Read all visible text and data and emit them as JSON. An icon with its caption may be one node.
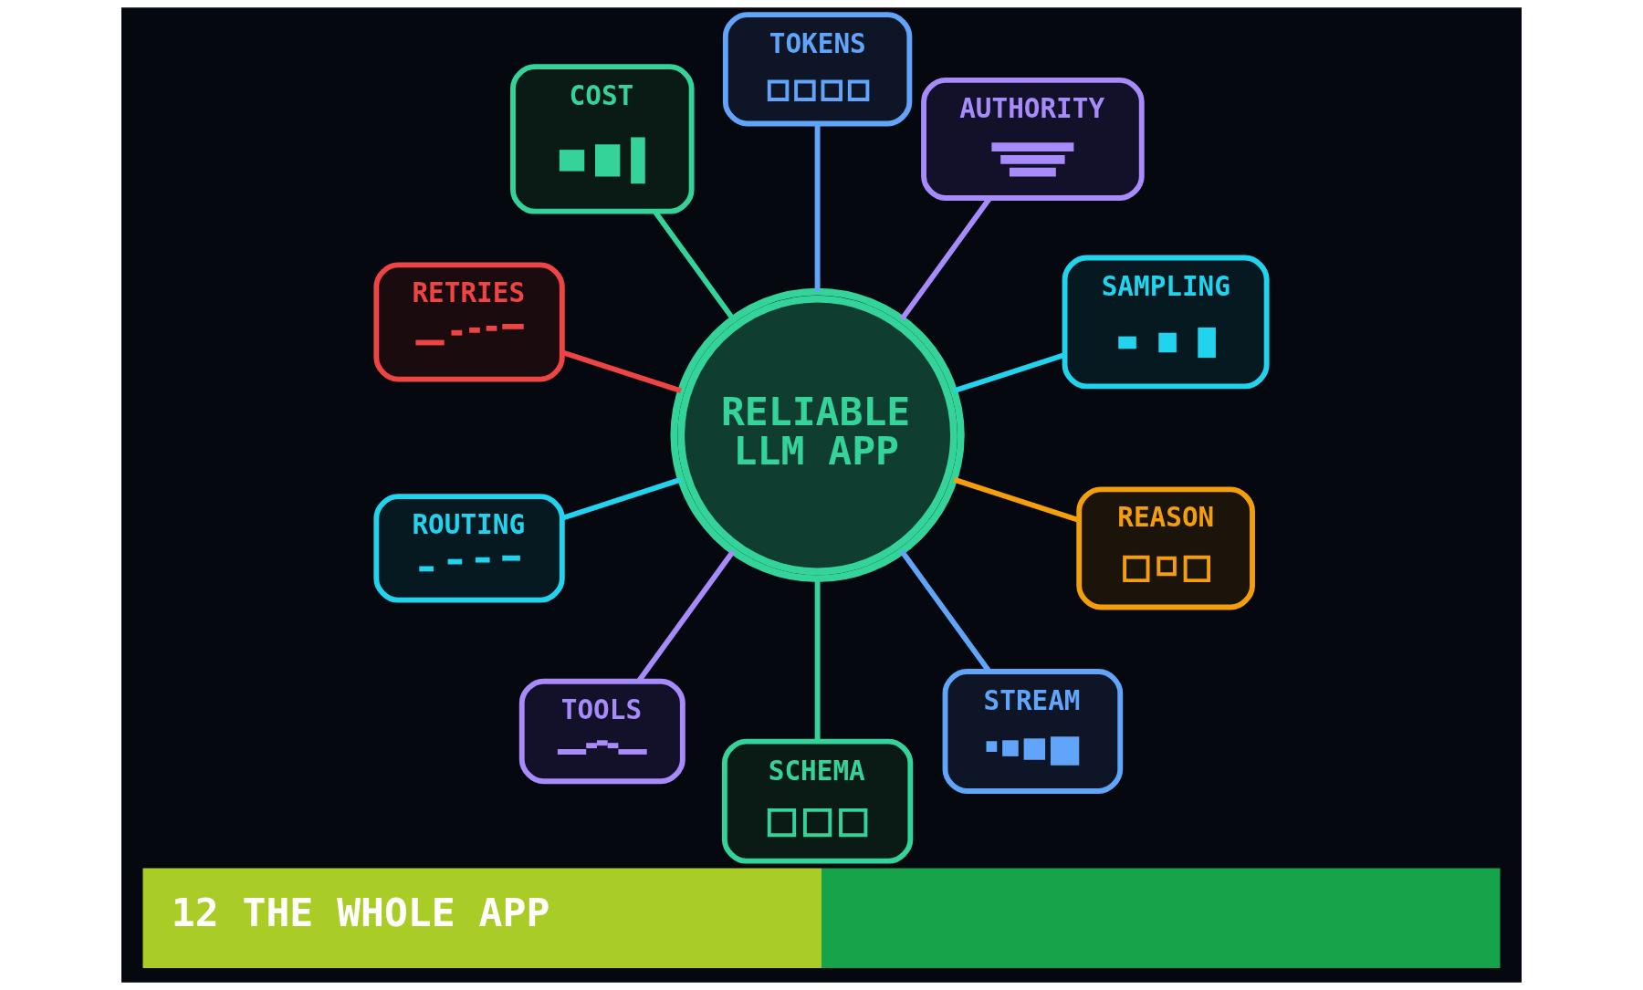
{
  "diagram": {
    "caption": "12 THE WHOLE APP",
    "nodes": [
      {
        "text": [
          "RELIABLE LLM APP"
        ]
      },
      {
        "text": [
          "TOKENS"
        ]
      },
      {
        "text": [
          "AUTHORITY"
        ]
      },
      {
        "text": [
          "SAMPLING"
        ]
      },
      {
        "text": [
          "REASON"
        ]
      },
      {
        "text": [
          "STREAM"
        ]
      },
      {
        "text": [
          "SCHEMA"
        ]
      },
      {
        "text": [
          "TOOLS"
        ]
      },
      {
        "text": [
          "ROUTING"
        ]
      },
      {
        "text": [
          "RETRIES"
        ]
      },
      {
        "text": [
          "COST"
        ]
      }
    ],
    "edges": [
      {
        "from": 0,
        "to": 1,
        "arrow": "none",
        "color": "#60a5fa"
      },
      {
        "from": 0,
        "to": 2,
        "arrow": "none",
        "color": "#a78bfa"
      },
      {
        "from": 0,
        "to": 3,
        "arrow": "none",
        "color": "#22d3ee"
      },
      {
        "from": 0,
        "to": 4,
        "arrow": "none",
        "color": "#f59e0b"
      },
      {
        "from": 0,
        "to": 5,
        "arrow": "none",
        "color": "#60a5fa"
      },
      {
        "from": 0,
        "to": 6,
        "arrow": "none",
        "color": "#34d399"
      },
      {
        "from": 0,
        "to": 7,
        "arrow": "none",
        "color": "#a78bfa"
      },
      {
        "from": 0,
        "to": 8,
        "arrow": "none",
        "color": "#22d3ee"
      },
      {
        "from": 0,
        "to": 9,
        "arrow": "none",
        "color": "#ef4444"
      },
      {
        "from": 0,
        "to": 10,
        "arrow": "none",
        "color": "#34d399"
      }
    ]
  }
}
